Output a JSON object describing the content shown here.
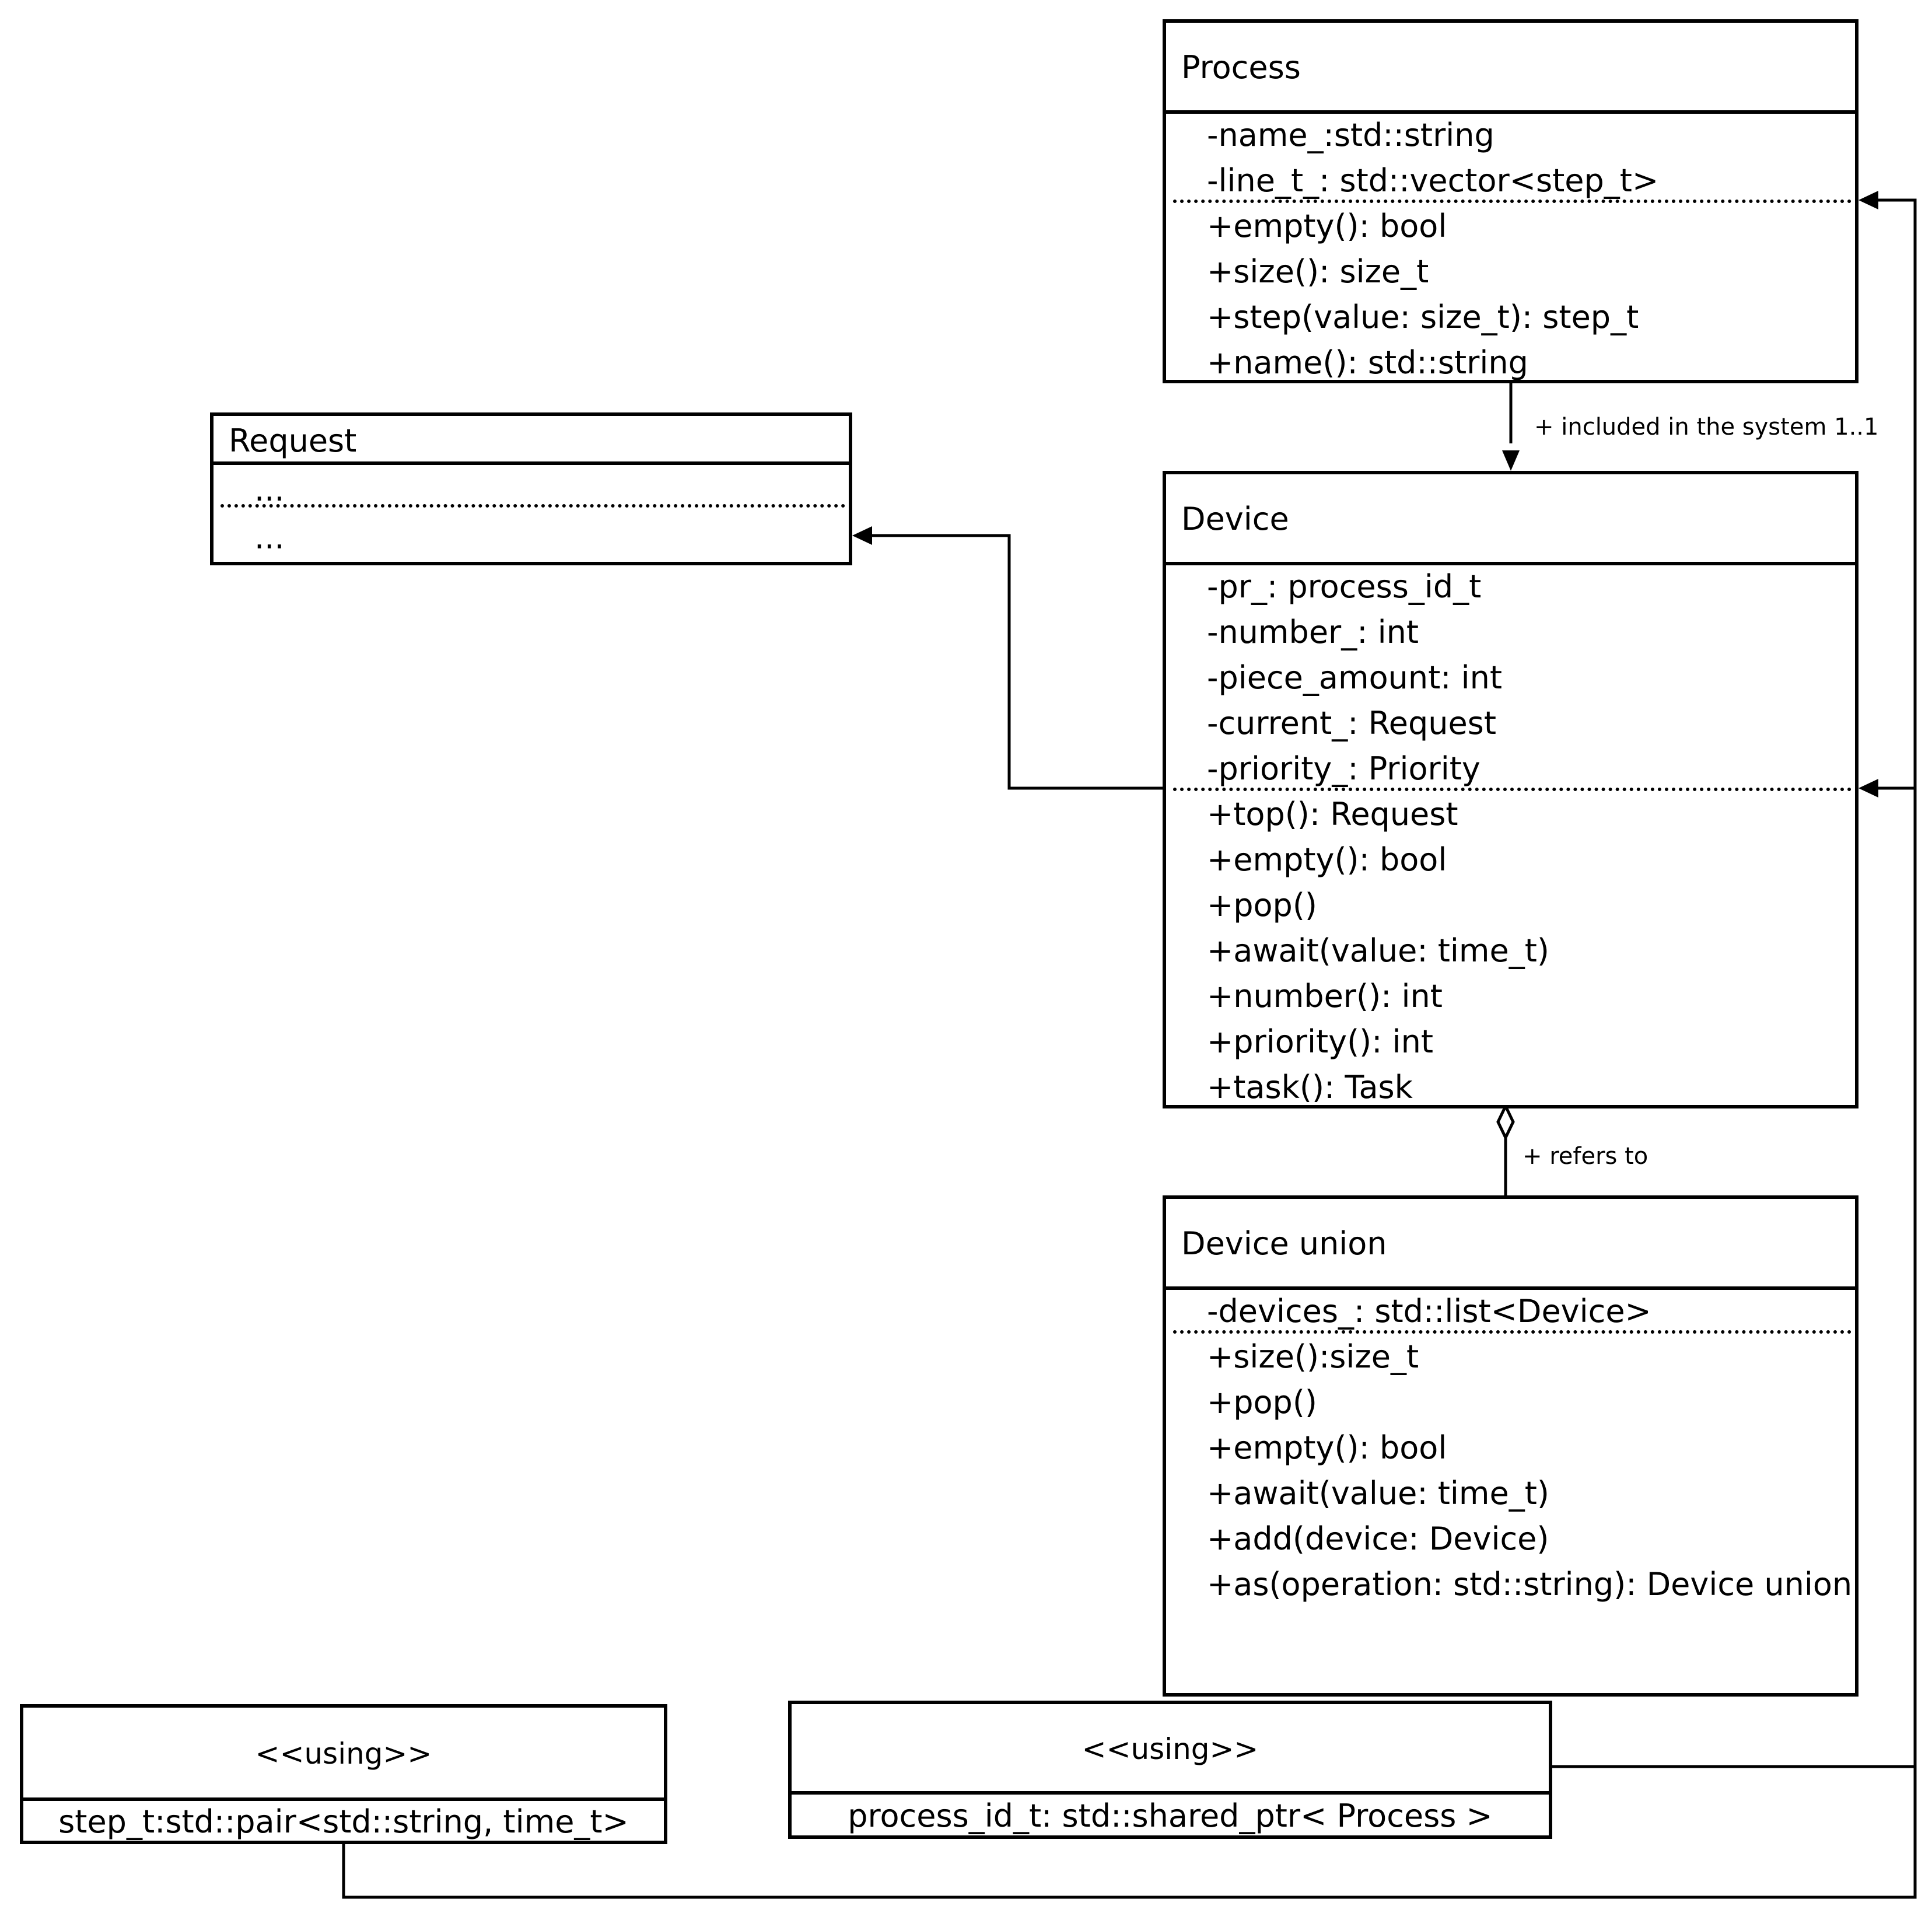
{
  "process": {
    "title": "Process",
    "attributes": [
      "-name_:std::string",
      "-line_t_: std::vector<step_t>"
    ],
    "methods": [
      "+empty(): bool",
      "+size(): size_t",
      "+step(value: size_t): step_t",
      "+name():  std::string"
    ]
  },
  "request": {
    "title": "Request",
    "attributes": [
      "..."
    ],
    "methods": [
      "..."
    ]
  },
  "device": {
    "title": "Device",
    "attributes": [
      "-pr_: process_id_t",
      "-number_: int",
      "-piece_amount: int",
      "-current_: Request",
      "-priority_: Priority"
    ],
    "methods": [
      "+top(): Request",
      "+empty(): bool",
      "+pop()",
      "+await(value: time_t)",
      "+number(): int",
      "+priority(): int",
      "+task(): Task"
    ]
  },
  "device_union": {
    "title": "Device union",
    "attributes": [
      "-devices_: std::list<Device>"
    ],
    "methods": [
      "+size():size_t",
      "+pop()",
      "+empty(): bool",
      "+await(value: time_t)",
      "+add(device: Device)",
      "+as(operation:  std::string): Device union"
    ]
  },
  "using_step": {
    "stereotype": "<<using>>",
    "definition": "step_t:std::pair<std::string, time_t>"
  },
  "using_process": {
    "stereotype": "<<using>>",
    "definition": "process_id_t: std::shared_ptr< Process >"
  },
  "connections": {
    "process_device_label": "+ included in the system 1..1",
    "union_device_label": "+ refers to"
  }
}
